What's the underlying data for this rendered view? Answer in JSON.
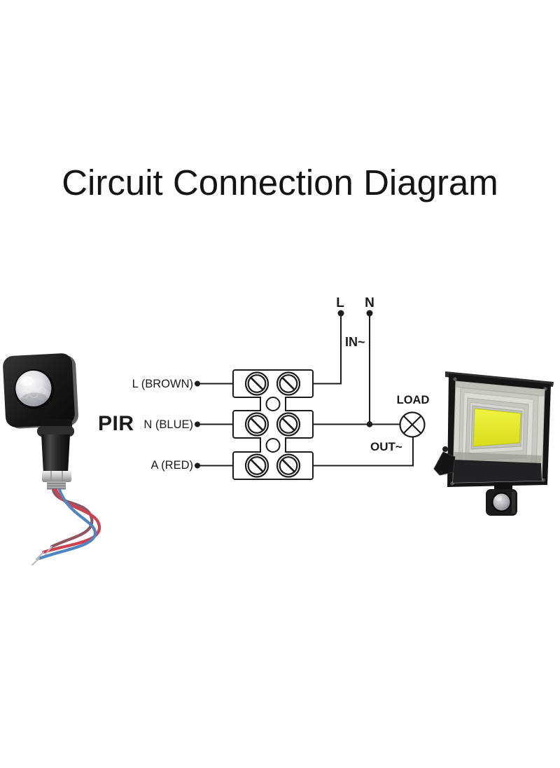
{
  "title": "Circuit Connection Diagram",
  "circuit": {
    "pir_label": "PIR",
    "supply": {
      "live": "L",
      "neutral": "N",
      "in": "IN~"
    },
    "output": {
      "load": "LOAD",
      "out": "OUT~"
    },
    "wires": [
      {
        "label": "L (BROWN)"
      },
      {
        "label": "N (BLUE)"
      },
      {
        "label": "A (RED)"
      }
    ]
  },
  "figures": {
    "left": "pir-motion-sensor-photo",
    "right": "led-floodlight-with-pir-photo"
  },
  "colors": {
    "diagram_line": "#1c1c1c",
    "wire_red": "#cf4050",
    "wire_blue": "#4f86c0",
    "wire_brown": "#8f5560",
    "led_panel_yellow": "#e6ea2e"
  }
}
